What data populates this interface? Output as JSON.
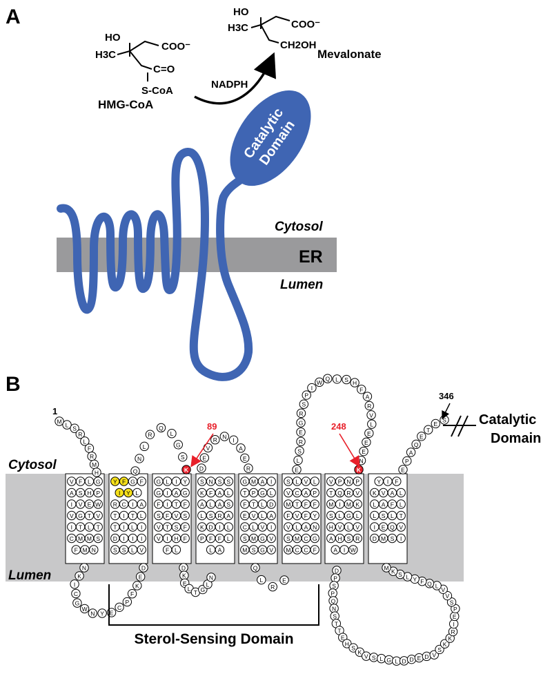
{
  "panel_a": {
    "label": "A",
    "hmg_coa": {
      "ho": "HO",
      "h3c": "H3C",
      "coo": "COO⁻",
      "co": "C=O",
      "scoa": "S-CoA",
      "name": "HMG-CoA"
    },
    "nadph": "NADPH",
    "mevalonate": {
      "ho": "HO",
      "h3c": "H3C",
      "coo": "COO⁻",
      "ch2oh": "CH2OH",
      "name": "Mevalonate"
    },
    "catalytic_domain": [
      "Catalytic",
      "Domain"
    ],
    "cytosol": "Cytosol",
    "er": "ER",
    "lumen": "Lumen"
  },
  "panel_b": {
    "label": "B",
    "cytosol": "Cytosol",
    "lumen": "Lumen",
    "marker_1": "1",
    "marker_89": "89",
    "marker_248": "248",
    "marker_346": "346",
    "catalytic_domain": [
      "Catalytic",
      "Domain"
    ],
    "sterol_sensing": "Sterol-Sensing Domain",
    "n_term": [
      "M",
      "L",
      "S",
      "R",
      "L",
      "F",
      "R",
      "M",
      "H"
    ],
    "tm_helices": [
      [
        [
          "V",
          "F",
          "L",
          "G"
        ],
        [
          "A",
          "S",
          "H",
          "P"
        ],
        [
          "I",
          "V",
          "E",
          "W"
        ],
        [
          "V",
          "G",
          "T",
          "V"
        ],
        [
          "I",
          "T",
          "L",
          "T"
        ],
        [
          "C",
          "M",
          "M",
          "S"
        ],
        [
          "F",
          "M",
          "N"
        ]
      ],
      [
        [
          "Y",
          "F",
          "G",
          "F"
        ],
        [
          "I",
          "Y",
          "L"
        ],
        [
          "R",
          "C",
          "I",
          "A"
        ],
        [
          "T",
          "I",
          "T",
          "L"
        ],
        [
          "T",
          "I",
          "L",
          "I"
        ],
        [
          "D",
          "I",
          "I",
          "I"
        ],
        [
          "S",
          "S",
          "L",
          "V"
        ]
      ],
      [
        [
          "G",
          "L",
          "I",
          "Y"
        ],
        [
          "G",
          "I",
          "A",
          "G"
        ],
        [
          "F",
          "I",
          "T",
          "F"
        ],
        [
          "S",
          "F",
          "V",
          "S"
        ],
        [
          "V",
          "T",
          "S",
          "F"
        ],
        [
          "V",
          "I",
          "H",
          "F"
        ],
        [
          "F",
          "L"
        ]
      ],
      [
        [
          "S",
          "N",
          "S",
          "S"
        ],
        [
          "K",
          "F",
          "A",
          "L"
        ],
        [
          "A",
          "L",
          "A",
          "S"
        ],
        [
          "L",
          "S",
          "R",
          "A"
        ],
        [
          "K",
          "D",
          "I",
          "L"
        ],
        [
          "P",
          "F",
          "F",
          "L"
        ],
        [
          "L",
          "A"
        ]
      ],
      [
        [
          "G",
          "M",
          "A",
          "I"
        ],
        [
          "T",
          "P",
          "G",
          "L"
        ],
        [
          "F",
          "T",
          "L",
          "D"
        ],
        [
          "E",
          "V",
          "L",
          "A"
        ],
        [
          "C",
          "L",
          "V",
          "I"
        ],
        [
          "S",
          "M",
          "G",
          "V"
        ],
        [
          "M",
          "S",
          "G",
          "V"
        ]
      ],
      [
        [
          "S",
          "L",
          "V",
          "L"
        ],
        [
          "V",
          "C",
          "A",
          "P"
        ],
        [
          "M",
          "T",
          "F",
          "F"
        ],
        [
          "F",
          "V",
          "F",
          "Y"
        ],
        [
          "V",
          "L",
          "A",
          "N"
        ],
        [
          "S",
          "M",
          "C",
          "G"
        ],
        [
          "M",
          "C",
          "C",
          "F"
        ]
      ],
      [
        [
          "V",
          "P",
          "N",
          "P"
        ],
        [
          "T",
          "Q",
          "R",
          "V"
        ],
        [
          "M",
          "I",
          "M",
          "K"
        ],
        [
          "S",
          "L",
          "G",
          "L"
        ],
        [
          "H",
          "V",
          "L",
          "V"
        ],
        [
          "A",
          "H",
          "S",
          "R"
        ],
        [
          "A",
          "I",
          "W"
        ]
      ],
      [
        [
          "Y",
          "I",
          "F"
        ],
        [
          "K",
          "V",
          "A",
          "L"
        ],
        [
          "L",
          "A",
          "F",
          "L"
        ],
        [
          "L",
          "S",
          "L",
          "T"
        ],
        [
          "I",
          "E",
          "Q",
          "V"
        ],
        [
          "D",
          "M",
          "S",
          "I"
        ]
      ]
    ],
    "highlight_yellow": [
      "Y",
      "F",
      "I",
      "Y"
    ],
    "highlight_red": [
      "K",
      "K"
    ]
  }
}
